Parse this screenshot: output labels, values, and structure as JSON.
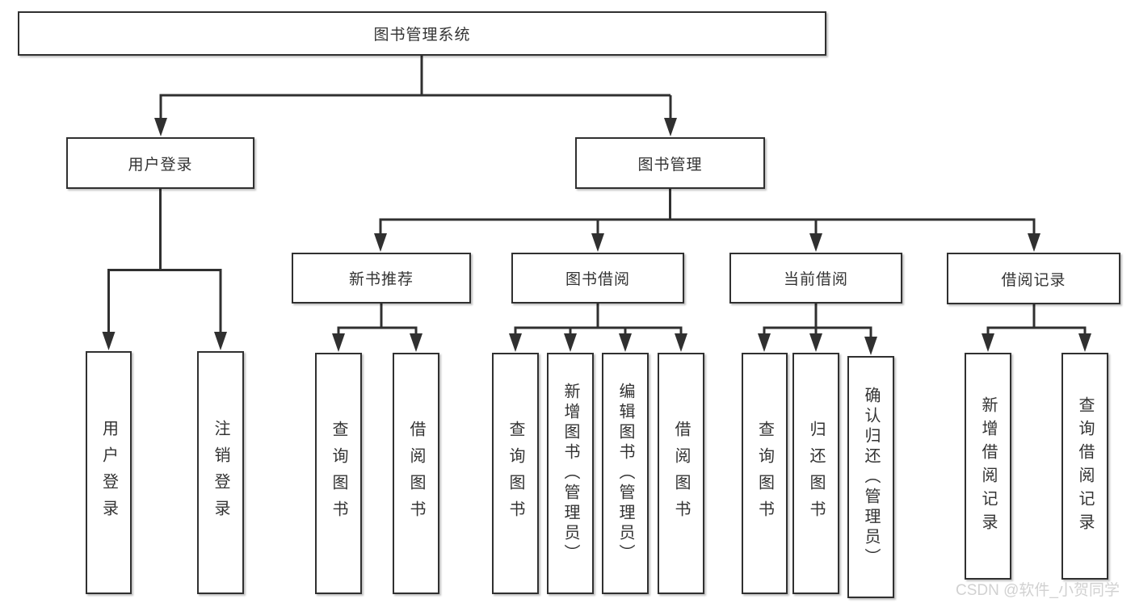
{
  "tree": {
    "root": {
      "label": "图书管理系统",
      "children": [
        {
          "label": "用户登录",
          "children": [
            {
              "label": "用户登录"
            },
            {
              "label": "注销登录"
            }
          ]
        },
        {
          "label": "图书管理",
          "children": [
            {
              "label": "新书推荐",
              "children": [
                {
                  "label": "查询图书"
                },
                {
                  "label": "借阅图书"
                }
              ]
            },
            {
              "label": "图书借阅",
              "children": [
                {
                  "label": "查询图书"
                },
                {
                  "label": "新增图书（管理员）"
                },
                {
                  "label": "编辑图书（管理员）"
                },
                {
                  "label": "借阅图书"
                }
              ]
            },
            {
              "label": "当前借阅",
              "children": [
                {
                  "label": "查询图书"
                },
                {
                  "label": "归还图书"
                },
                {
                  "label": "确认归还（管理员）"
                }
              ]
            },
            {
              "label": "借阅记录",
              "children": [
                {
                  "label": "新增借阅记录"
                },
                {
                  "label": "查询借阅记录"
                }
              ]
            }
          ]
        }
      ]
    }
  },
  "watermark": "CSDN @软件_小贺同学",
  "colors": {
    "line": "#303030",
    "box_fill": "#ffffff",
    "text": "#333333",
    "watermark": "#cdcdcd"
  }
}
